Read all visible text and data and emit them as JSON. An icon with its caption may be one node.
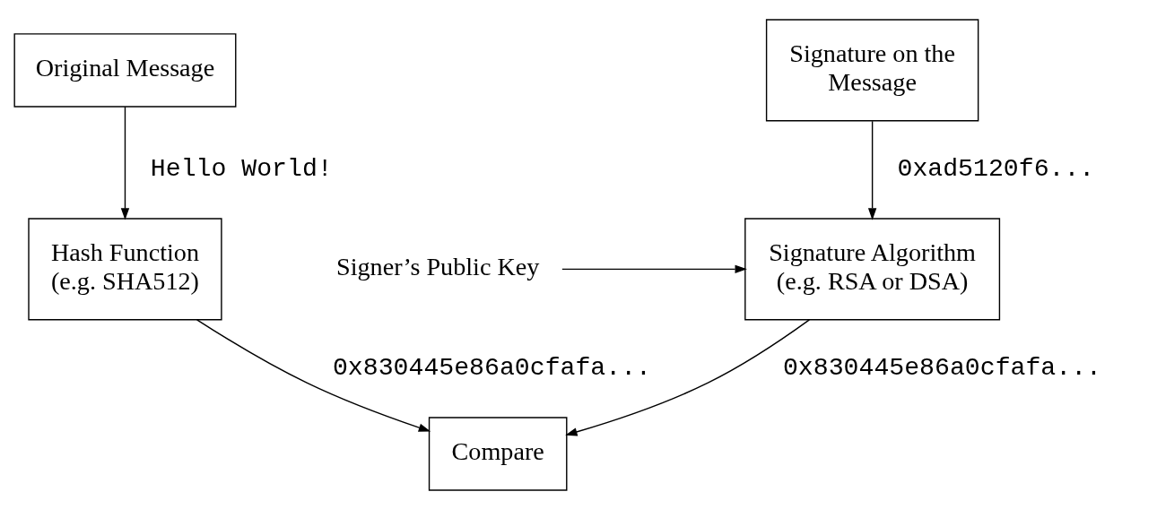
{
  "diagram": {
    "nodes": [
      {
        "text": [
          "Original Message"
        ]
      },
      {
        "text": [
          "Signature on the Message"
        ]
      },
      {
        "text": [
          "Hash Function (e.g. SHA512)"
        ]
      },
      {
        "text": [
          "Signature Algorithm (e.g. RSA or DSA)"
        ]
      },
      {
        "text": [
          "Signer’s Public Key"
        ]
      },
      {
        "text": [
          "Compare"
        ]
      }
    ],
    "edges": [
      {
        "from": 0,
        "to": 2,
        "arrow": "to",
        "label": "Hello World!"
      },
      {
        "from": 1,
        "to": 3,
        "arrow": "to",
        "label": "0xad5120f6..."
      },
      {
        "from": 4,
        "to": 3,
        "arrow": "to"
      },
      {
        "from": 2,
        "to": 5,
        "arrow": "to",
        "label": "0x830445e86a0cfafa..."
      },
      {
        "from": 3,
        "to": 5,
        "arrow": "to",
        "label": "0x830445e86a0cfafa..."
      }
    ]
  }
}
